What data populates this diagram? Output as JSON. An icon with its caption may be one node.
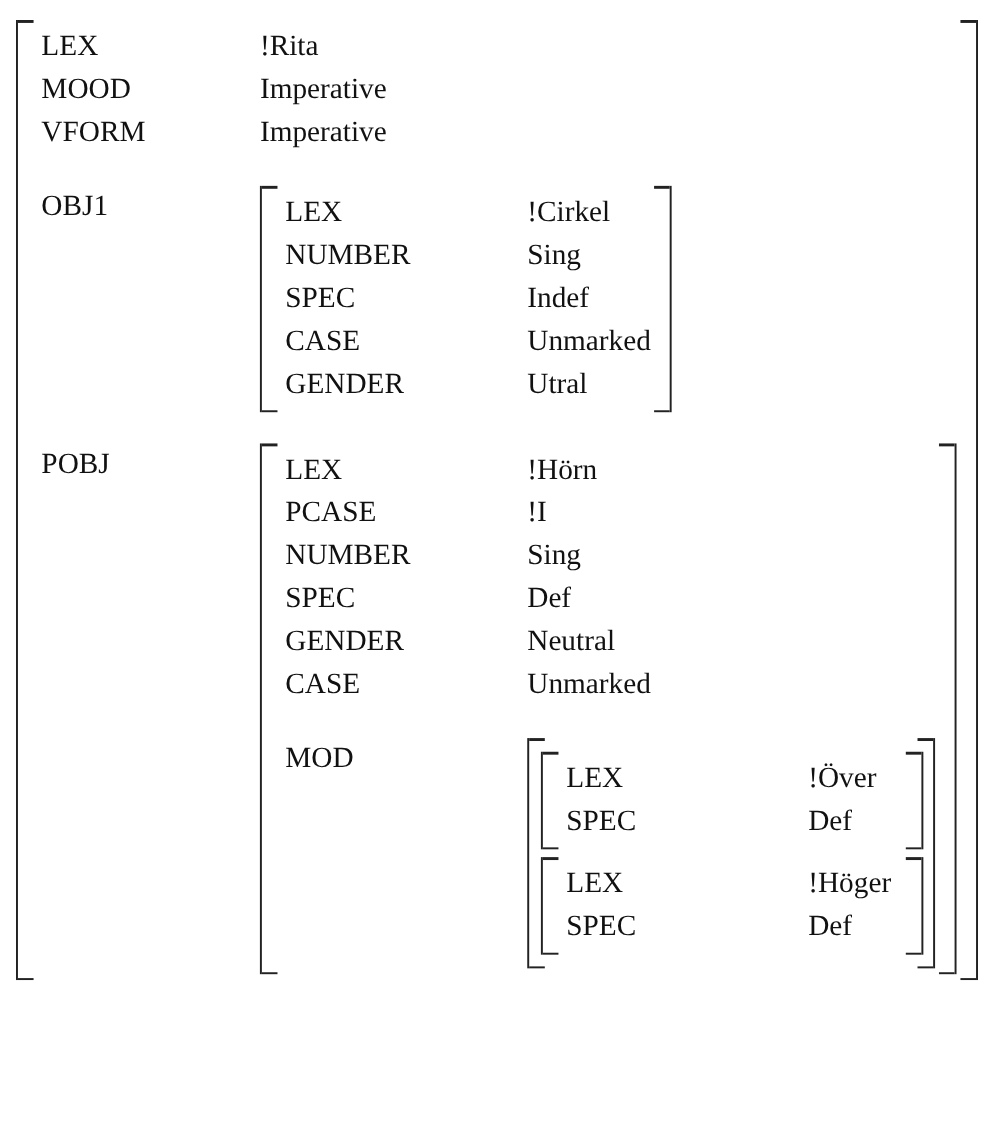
{
  "diagram": {
    "nodes": [
      {
        "text": [
          "LEX",
          "!Rita",
          "MOOD",
          "Imperative",
          "VFORM",
          "Imperative",
          "OBJ1",
          "POBJ"
        ]
      },
      {
        "text": [
          "LEX",
          "!Cirkel",
          "NUMBER",
          "Sing",
          "SPEC",
          "Indef",
          "CASE",
          "Unmarked",
          "GENDER",
          "Utral"
        ],
        "in": 0
      },
      {
        "text": [
          "LEX",
          "!Hörn",
          "PCASE",
          "!I",
          "NUMBER",
          "Sing",
          "SPEC",
          "Def",
          "GENDER",
          "Neutral",
          "CASE",
          "Unmarked",
          "MOD"
        ],
        "in": 0
      },
      {
        "text": [],
        "shape": "bracket",
        "in": 2
      },
      {
        "text": [
          "LEX",
          "!Över",
          "SPEC",
          "Def"
        ],
        "in": 3
      },
      {
        "text": [
          "LEX",
          "!Höger",
          "SPEC",
          "Def"
        ],
        "in": 3
      }
    ]
  }
}
